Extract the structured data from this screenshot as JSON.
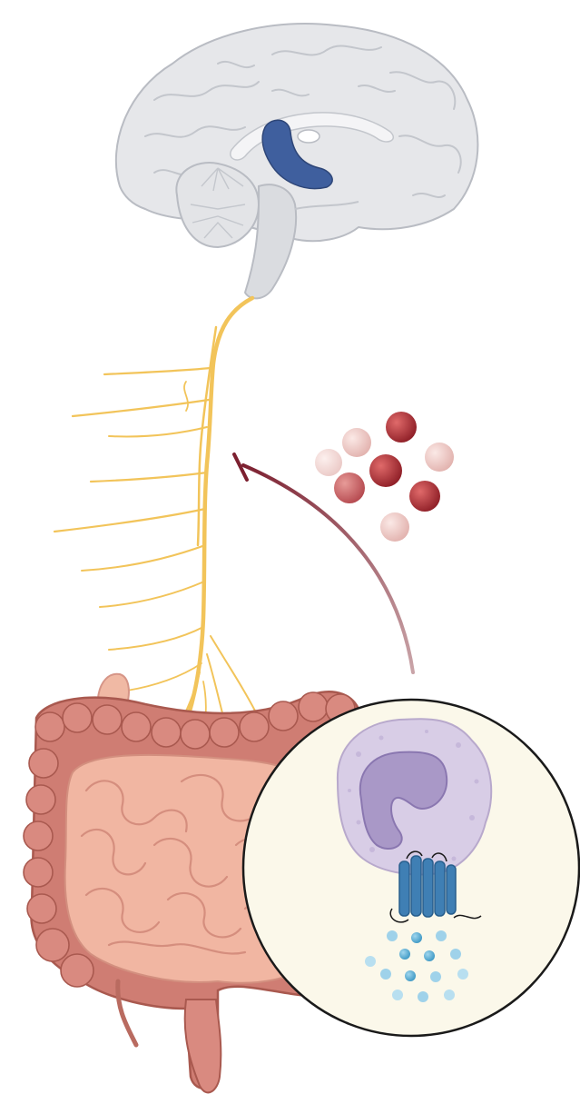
{
  "figure": {
    "kind": "gut-brain-axis illustration",
    "panels": [
      "brain",
      "vagus-nerve",
      "inhibitory-signal",
      "intestine",
      "immune-cell-inset"
    ]
  },
  "colors": {
    "brain": "#e6e7ea",
    "brain_outline": "#b9bcc3",
    "hippocampus": "#3f5f9e",
    "nerve": "#f2c45a",
    "inhibit_arrow": "#7c2030",
    "molecule_dark": "#a8262e",
    "molecule_mid": "#c9585c",
    "molecule_light": "#ecc5c2",
    "colon": "#cf7d73",
    "small_intestine": "#f1b6a2",
    "inset_bg": "#fbf8ea",
    "cell_body": "#d8cde6",
    "nucleus": "#a998c7",
    "receptor": "#3f7fb4",
    "ligand": "#5cb3d6"
  },
  "icons": {
    "brain": "brain-icon",
    "nerve": "vagus-nerve-icon",
    "molecules": "molecule-cluster-icon",
    "inhibition": "inhibition-arrow-icon",
    "gut": "intestine-icon",
    "cell": "immune-cell-icon",
    "receptor": "gpcr-receptor-icon"
  }
}
